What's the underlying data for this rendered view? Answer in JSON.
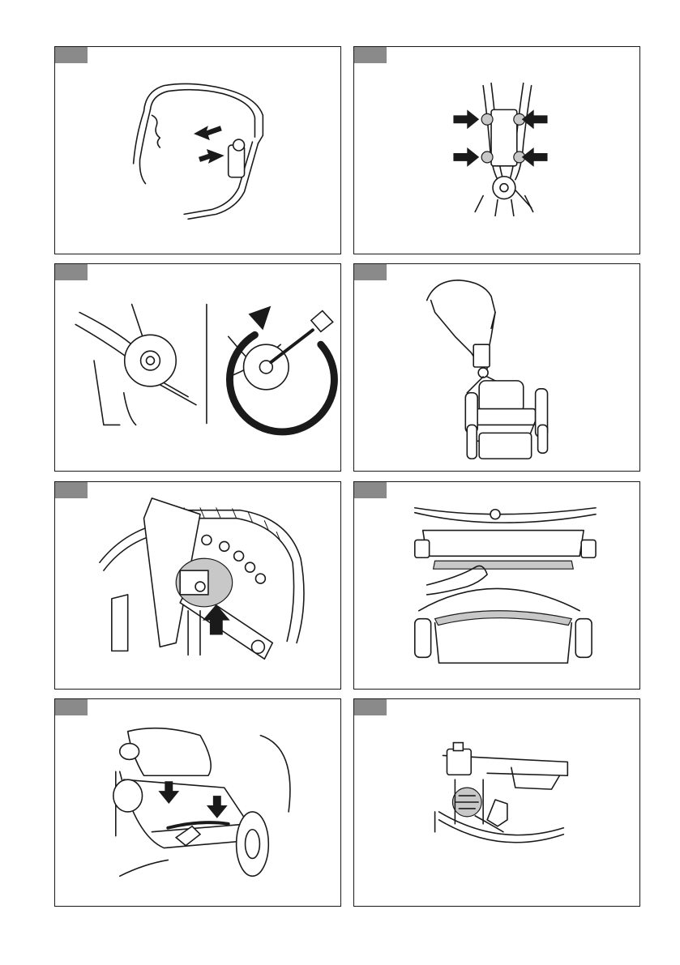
{
  "page": {
    "panels": [
      {
        "id": "p1",
        "subject": "handle-fold"
      },
      {
        "id": "p2",
        "subject": "handle-knobs"
      },
      {
        "id": "p3",
        "subject": "wheel-nut-tighten"
      },
      {
        "id": "p4",
        "subject": "mower-front-view"
      },
      {
        "id": "p5",
        "subject": "rear-wheel-lift"
      },
      {
        "id": "p6",
        "subject": "blade-guard"
      },
      {
        "id": "p7",
        "subject": "cable-mounting"
      },
      {
        "id": "p8",
        "subject": "oil-cap"
      }
    ]
  }
}
